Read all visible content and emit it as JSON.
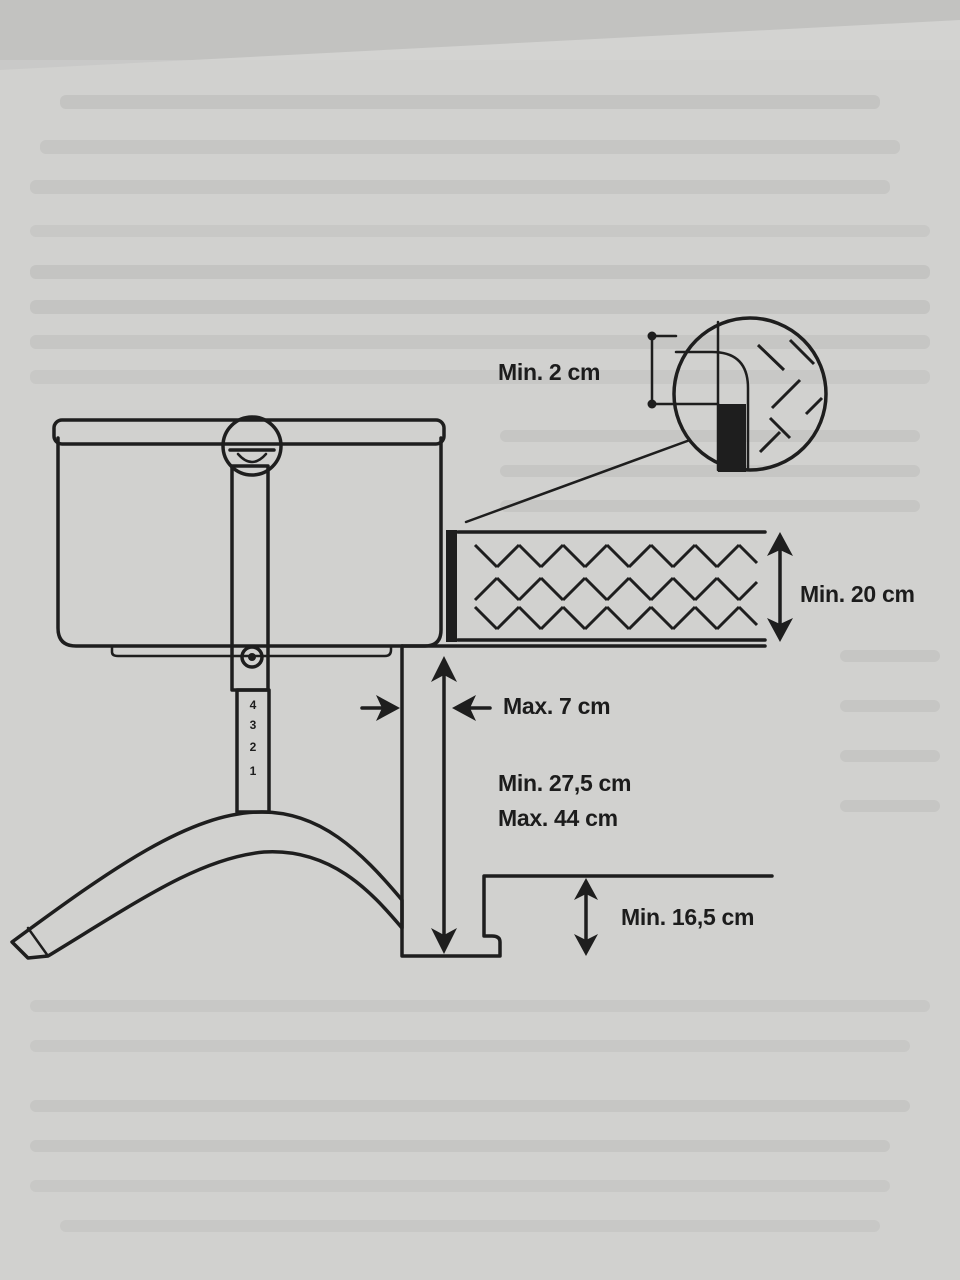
{
  "labels": {
    "gap_top": "Min. 2 cm",
    "mattress_height": "Min. 20 cm",
    "gap_side": "Max. 7 cm",
    "height_min": "Min. 27,5 cm",
    "height_max": "Max. 44 cm",
    "bottom_clearance": "Min. 16,5 cm"
  },
  "height_positions": [
    "4",
    "3",
    "2",
    "1"
  ],
  "colors": {
    "paper": "#d2d2d0",
    "ink": "#1e1e1e"
  }
}
